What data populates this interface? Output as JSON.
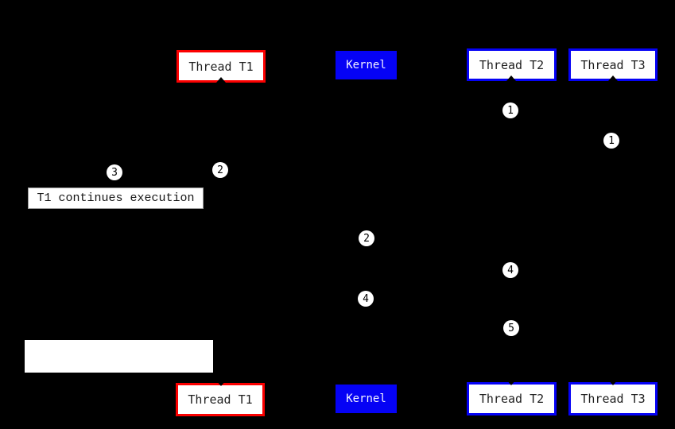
{
  "diagram": {
    "background_color": "#000000",
    "colors": {
      "thread_t1_border": "#fb0000",
      "thread_t2_t3_border": "#0502f5",
      "kernel_fill": "#0502f5",
      "box_fill": "#ffffff",
      "box_text": "#1f1f1f"
    },
    "boxes": {
      "thread_t1": "Thread T1",
      "kernel": "Kernel",
      "thread_t2": "Thread T2",
      "thread_t3": "Thread T3"
    },
    "note": {
      "text": "T1 continues execution"
    },
    "markers": [
      "1",
      "1",
      "2",
      "3",
      "2",
      "4",
      "4",
      "5"
    ]
  }
}
